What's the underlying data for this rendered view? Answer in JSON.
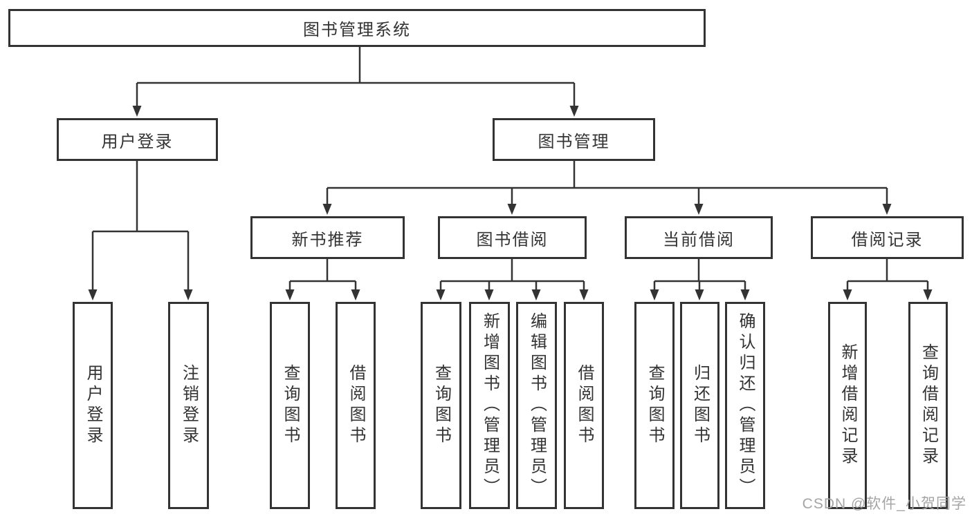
{
  "tree": {
    "label": "图书管理系统",
    "children": [
      {
        "label": "用户登录",
        "children": [
          {
            "label": "用户登录"
          },
          {
            "label": "注销登录"
          }
        ]
      },
      {
        "label": "图书管理",
        "children": [
          {
            "label": "新书推荐",
            "children": [
              {
                "label": "查询图书"
              },
              {
                "label": "借阅图书"
              }
            ]
          },
          {
            "label": "图书借阅",
            "children": [
              {
                "label": "查询图书"
              },
              {
                "label": "新增图书（管理员）"
              },
              {
                "label": "编辑图书（管理员）"
              },
              {
                "label": "借阅图书"
              }
            ]
          },
          {
            "label": "当前借阅",
            "children": [
              {
                "label": "查询图书"
              },
              {
                "label": "归还图书"
              },
              {
                "label": "确认归还（管理员）"
              }
            ]
          },
          {
            "label": "借阅记录",
            "children": [
              {
                "label": "新增借阅记录"
              },
              {
                "label": "查询借阅记录"
              }
            ]
          }
        ]
      }
    ]
  },
  "watermark": "CSDN @软件_小贺同学",
  "colors": {
    "line": "#333333",
    "text": "#333333",
    "background": "#ffffff",
    "watermark": "#a5a5a5"
  }
}
